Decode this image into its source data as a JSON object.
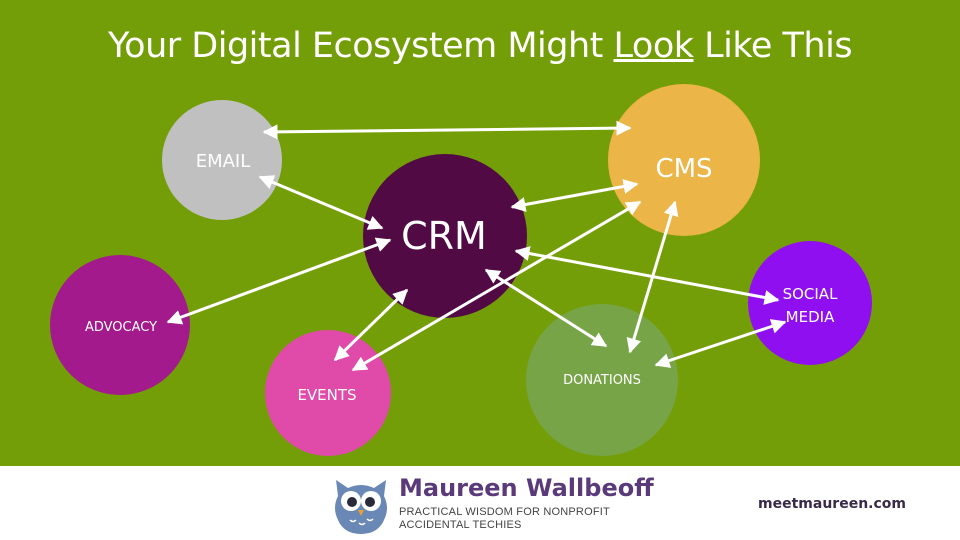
{
  "title": {
    "before": "Your Digital Ecosystem Might ",
    "emphasis": "Look",
    "after": " Like This"
  },
  "nodes": {
    "email": "EMAIL",
    "cms": "CMS",
    "crm": "CRM",
    "social_line1": "SOCIAL",
    "social_line2": "MEDIA",
    "advocacy": "ADVOCACY",
    "events": "EVENTS",
    "donations": "DONATIONS"
  },
  "footer": {
    "brand": "Maureen Wallbeoff",
    "tagline_line1": "PRACTICAL WISDOM FOR NONPROFIT",
    "tagline_line2": "ACCIDENTAL TECHIES",
    "url": "meetmaureen.com"
  },
  "colors": {
    "background": "#749e08",
    "email": "#c0c0c0",
    "cms": "#ebb548",
    "crm": "#520a45",
    "social_media": "#8f0ff0",
    "advocacy": "#a21a8b",
    "events": "#e04aa8",
    "donations": "#78a448",
    "brand": "#5a3a7a",
    "owl": "#6a88b5"
  }
}
